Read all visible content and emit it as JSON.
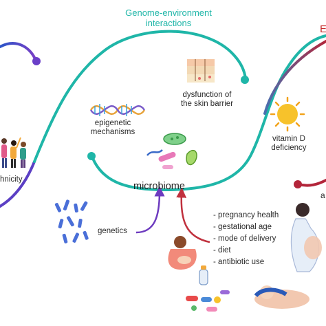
{
  "labels": {
    "title_main": "Genome-environment\ninteractions",
    "title_right_fragment": "E",
    "skin_barrier": "dysfunction of\nthe skin barrier",
    "epigenetic": "epigenetic\nmechanisms",
    "vitamin_d": "vitamin D\ndeficiency",
    "ethnicity_fragment": "hnicity",
    "microbiome": "microbiome",
    "right_fragment": "a",
    "genetics": "genetics"
  },
  "factors": [
    "- pregnancy health",
    "- gestational age",
    "- mode of delivery",
    "- diet",
    "- antibiotic use"
  ],
  "colors": {
    "teal": "#1fb6a8",
    "purple": "#5b3fc4",
    "red_dark": "#b3253a",
    "title_red": "#c62828",
    "arrow_purple": "#6d3bbf",
    "arrow_red": "#c0313e"
  },
  "icons": [
    "people-group-icon",
    "dna-helix-icon",
    "skin-layers-icon",
    "sun-icon",
    "bacteria-icon",
    "chromosomes-icon",
    "breastfeeding-mother-icon",
    "pregnant-woman-icon",
    "pills-icon",
    "baby-bottle-icon",
    "newborn-icon"
  ]
}
